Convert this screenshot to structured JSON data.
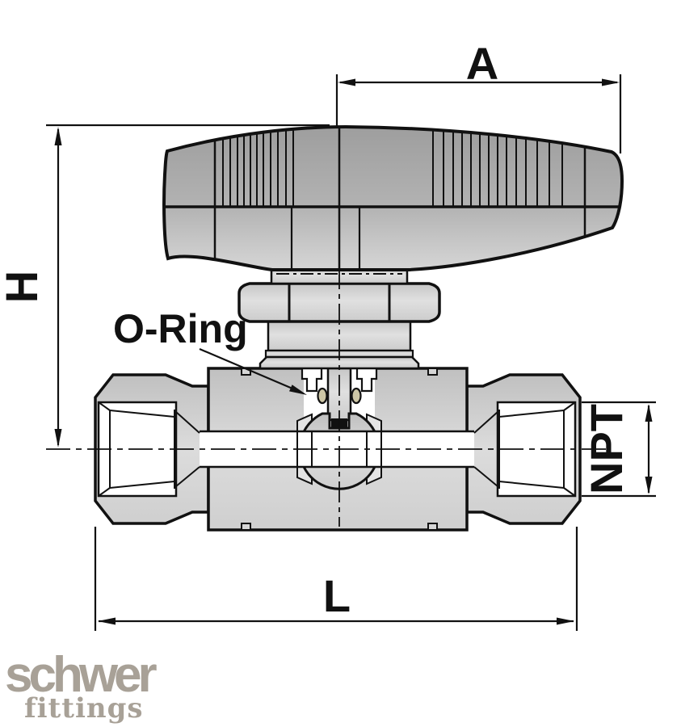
{
  "drawing": {
    "dimensions": {
      "a": "A",
      "h": "H",
      "l": "L",
      "npt": "NPT"
    },
    "callouts": {
      "o_ring": "O-Ring"
    },
    "logo": {
      "brand": "schwer",
      "sub": "fittings",
      "color": "#a8a197"
    },
    "colors": {
      "line": "#111111",
      "o_ring_fill": "#cdc6a5",
      "background": "#ffffff",
      "body_fill_light": "#dcdcdc",
      "handle_fill": "#b0b0b0"
    }
  }
}
